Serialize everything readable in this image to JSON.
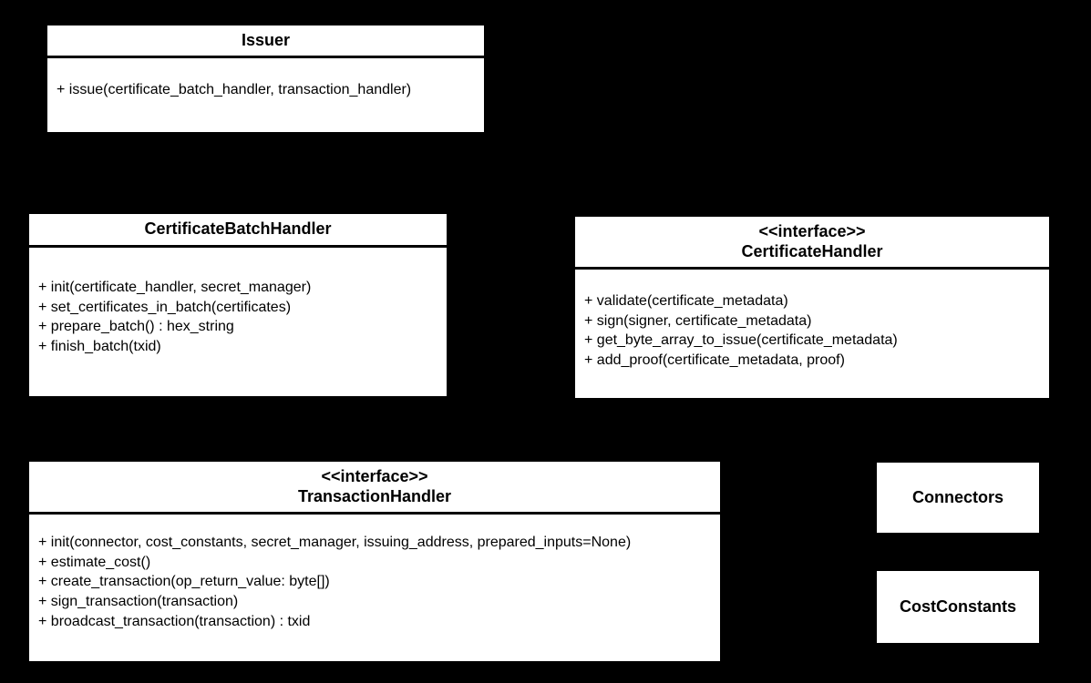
{
  "diagram": {
    "type": "uml-class-diagram",
    "background_color": "#000000",
    "box_fill_color": "#ffffff",
    "box_text_color": "#000000",
    "classes": [
      {
        "id": "issuer",
        "stereotype": "",
        "name": "Issuer",
        "methods": [
          "+ issue(certificate_batch_handler, transaction_handler)"
        ]
      },
      {
        "id": "certificate-batch-handler",
        "stereotype": "",
        "name": "CertificateBatchHandler",
        "methods": [
          "+ init(certificate_handler, secret_manager)",
          "+ set_certificates_in_batch(certificates)",
          "+ prepare_batch() : hex_string",
          "+ finish_batch(txid)"
        ]
      },
      {
        "id": "certificate-handler",
        "stereotype": "<<interface>>",
        "name": "CertificateHandler",
        "methods": [
          "+ validate(certificate_metadata)",
          "+ sign(signer, certificate_metadata)",
          "+ get_byte_array_to_issue(certificate_metadata)",
          "+ add_proof(certificate_metadata, proof)"
        ]
      },
      {
        "id": "transaction-handler",
        "stereotype": "<<interface>>",
        "name": "TransactionHandler",
        "methods": [
          "+ init(connector, cost_constants, secret_manager, issuing_address, prepared_inputs=None)",
          "+ estimate_cost()",
          "+ create_transaction(op_return_value: byte[])",
          "+ sign_transaction(transaction)",
          "+ broadcast_transaction(transaction) : txid"
        ]
      },
      {
        "id": "connectors",
        "stereotype": "",
        "name": "Connectors",
        "methods": []
      },
      {
        "id": "cost-constants",
        "stereotype": "",
        "name": "CostConstants",
        "methods": []
      }
    ]
  }
}
